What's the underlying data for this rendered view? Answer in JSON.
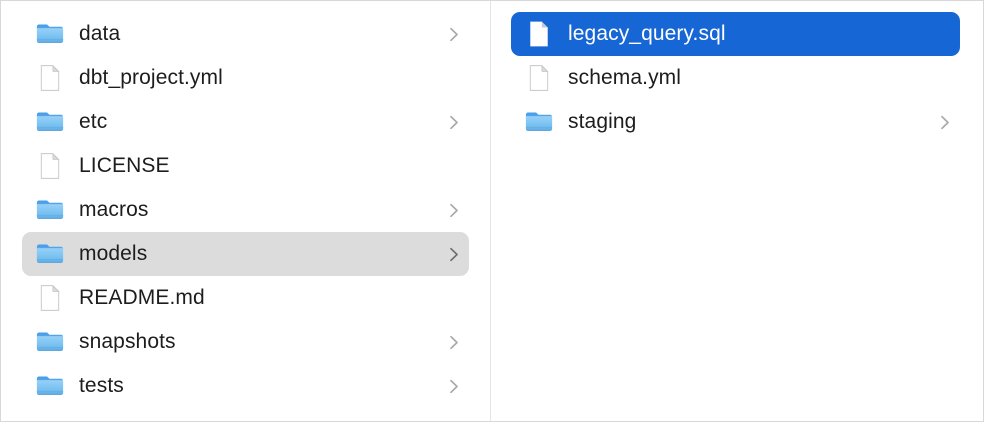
{
  "window": {
    "kind": "finder-column-view"
  },
  "columns": [
    {
      "name": "column-1",
      "items": [
        {
          "label": "data",
          "type": "folder",
          "chevron": true,
          "selected": false
        },
        {
          "label": "dbt_project.yml",
          "type": "file",
          "chevron": false,
          "selected": false
        },
        {
          "label": "etc",
          "type": "folder",
          "chevron": true,
          "selected": false
        },
        {
          "label": "LICENSE",
          "type": "file",
          "chevron": false,
          "selected": false
        },
        {
          "label": "macros",
          "type": "folder",
          "chevron": true,
          "selected": false
        },
        {
          "label": "models",
          "type": "folder",
          "chevron": true,
          "selected": true,
          "selection_style": "inactive"
        },
        {
          "label": "README.md",
          "type": "file",
          "chevron": false,
          "selected": false
        },
        {
          "label": "snapshots",
          "type": "folder",
          "chevron": true,
          "selected": false
        },
        {
          "label": "tests",
          "type": "folder",
          "chevron": true,
          "selected": false
        }
      ]
    },
    {
      "name": "column-2",
      "items": [
        {
          "label": "legacy_query.sql",
          "type": "file",
          "chevron": false,
          "selected": true,
          "selection_style": "active"
        },
        {
          "label": "schema.yml",
          "type": "file",
          "chevron": false,
          "selected": false
        },
        {
          "label": "staging",
          "type": "folder",
          "chevron": true,
          "selected": false
        }
      ]
    }
  ],
  "colors": {
    "selection_active": "#1766d5",
    "selection_inactive": "#dcdcdc",
    "divider": "#e4e4e4",
    "window_border": "#d8d8d8",
    "text": "#1d1d1f",
    "text_selected": "#ffffff",
    "chevron": "#a8a8a8",
    "chevron_on_selection": "#6e6e6e",
    "folder_blue_top": "#54a7ec",
    "folder_blue_body": "#8acbf4",
    "file_outline": "#c6c6c6"
  }
}
